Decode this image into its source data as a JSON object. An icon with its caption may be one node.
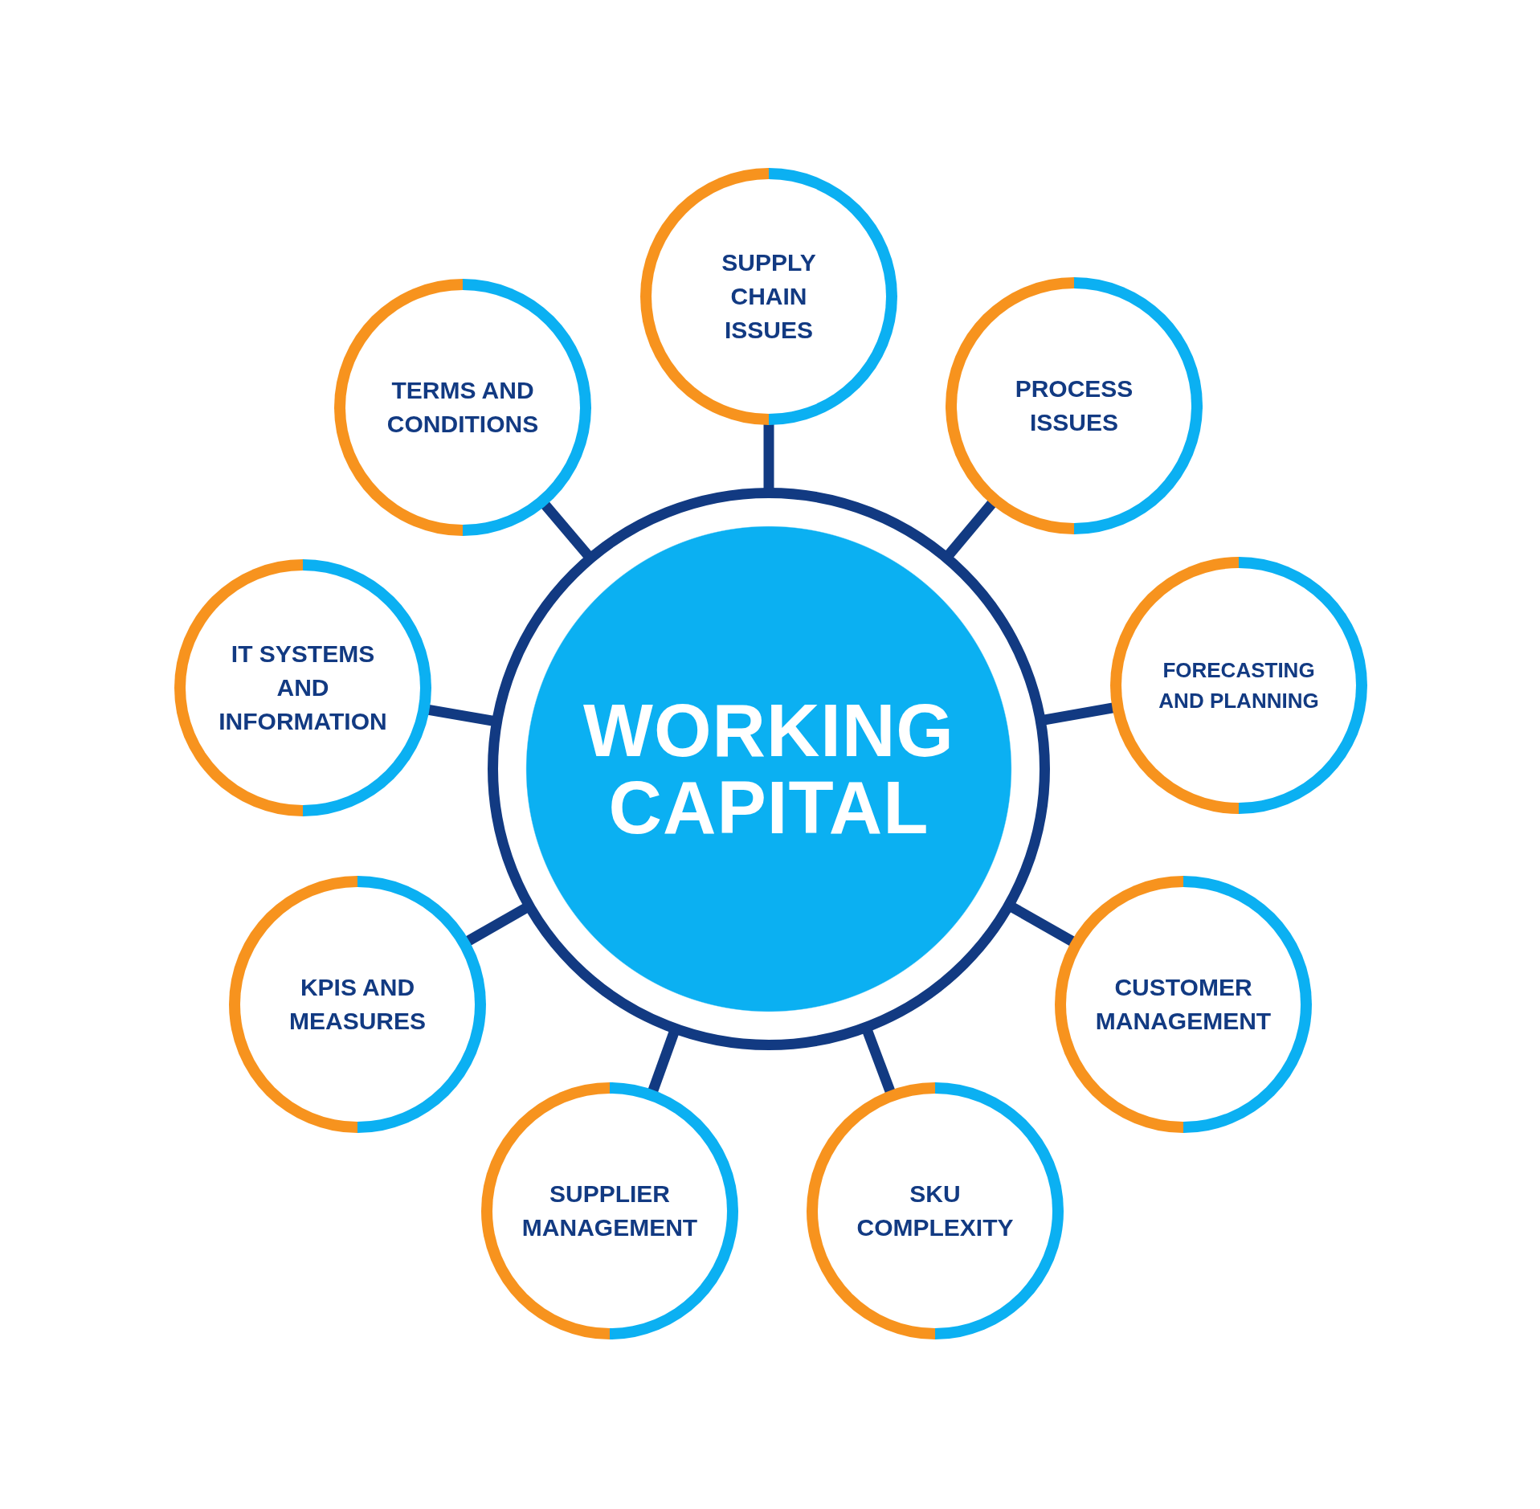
{
  "diagram": {
    "nodes": [
      {
        "text": [
          "WORKING CAPITAL"
        ]
      },
      {
        "text": [
          "SUPPLY CHAIN ISSUES"
        ]
      },
      {
        "text": [
          "PROCESS ISSUES"
        ]
      },
      {
        "text": [
          "FORECASTING AND PLANNING"
        ]
      },
      {
        "text": [
          "CUSTOMER MANAGEMENT"
        ]
      },
      {
        "text": [
          "SKU COMPLEXITY"
        ]
      },
      {
        "text": [
          "SUPPLIER MANAGEMENT"
        ]
      },
      {
        "text": [
          "KPIS AND MEASURES"
        ]
      },
      {
        "text": [
          "IT SYSTEMS AND INFORMATION"
        ]
      },
      {
        "text": [
          "TERMS AND CONDITIONS"
        ]
      }
    ],
    "edges": [
      {
        "from": 0,
        "to": 1,
        "arrow": "none"
      },
      {
        "from": 0,
        "to": 2,
        "arrow": "none"
      },
      {
        "from": 0,
        "to": 3,
        "arrow": "none"
      },
      {
        "from": 0,
        "to": 4,
        "arrow": "none"
      },
      {
        "from": 0,
        "to": 5,
        "arrow": "none"
      },
      {
        "from": 0,
        "to": 6,
        "arrow": "none"
      },
      {
        "from": 0,
        "to": 7,
        "arrow": "none"
      },
      {
        "from": 0,
        "to": 8,
        "arrow": "none"
      },
      {
        "from": 0,
        "to": 9,
        "arrow": "none"
      }
    ]
  }
}
